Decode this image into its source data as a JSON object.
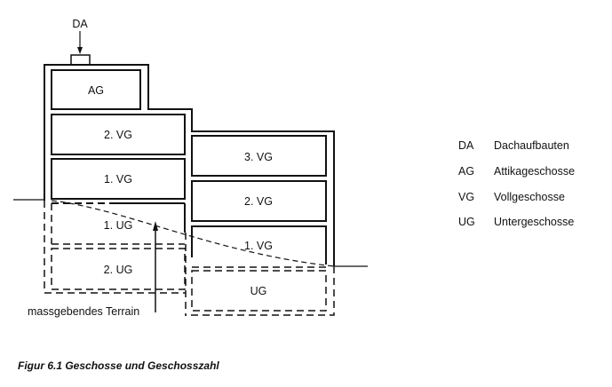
{
  "diagram": {
    "title_arrow_label": "DA",
    "floors": {
      "left": {
        "ag": "AG",
        "vg2": "2. VG",
        "vg1": "1. VG",
        "ug1": "1. UG",
        "ug2": "2. UG"
      },
      "right": {
        "vg3": "3. VG",
        "vg2": "2. VG",
        "vg1": "1. VG",
        "ug": "UG"
      }
    },
    "terrain_label": "massgebendes Terrain"
  },
  "legend": {
    "items": [
      {
        "abbr": "DA",
        "text": "Dachaufbauten"
      },
      {
        "abbr": "AG",
        "text": "Attikageschosse"
      },
      {
        "abbr": "VG",
        "text": "Vollgeschosse"
      },
      {
        "abbr": "UG",
        "text": "Untergeschosse"
      }
    ]
  },
  "caption": "Figur 6.1 Geschosse und Geschosszahl"
}
